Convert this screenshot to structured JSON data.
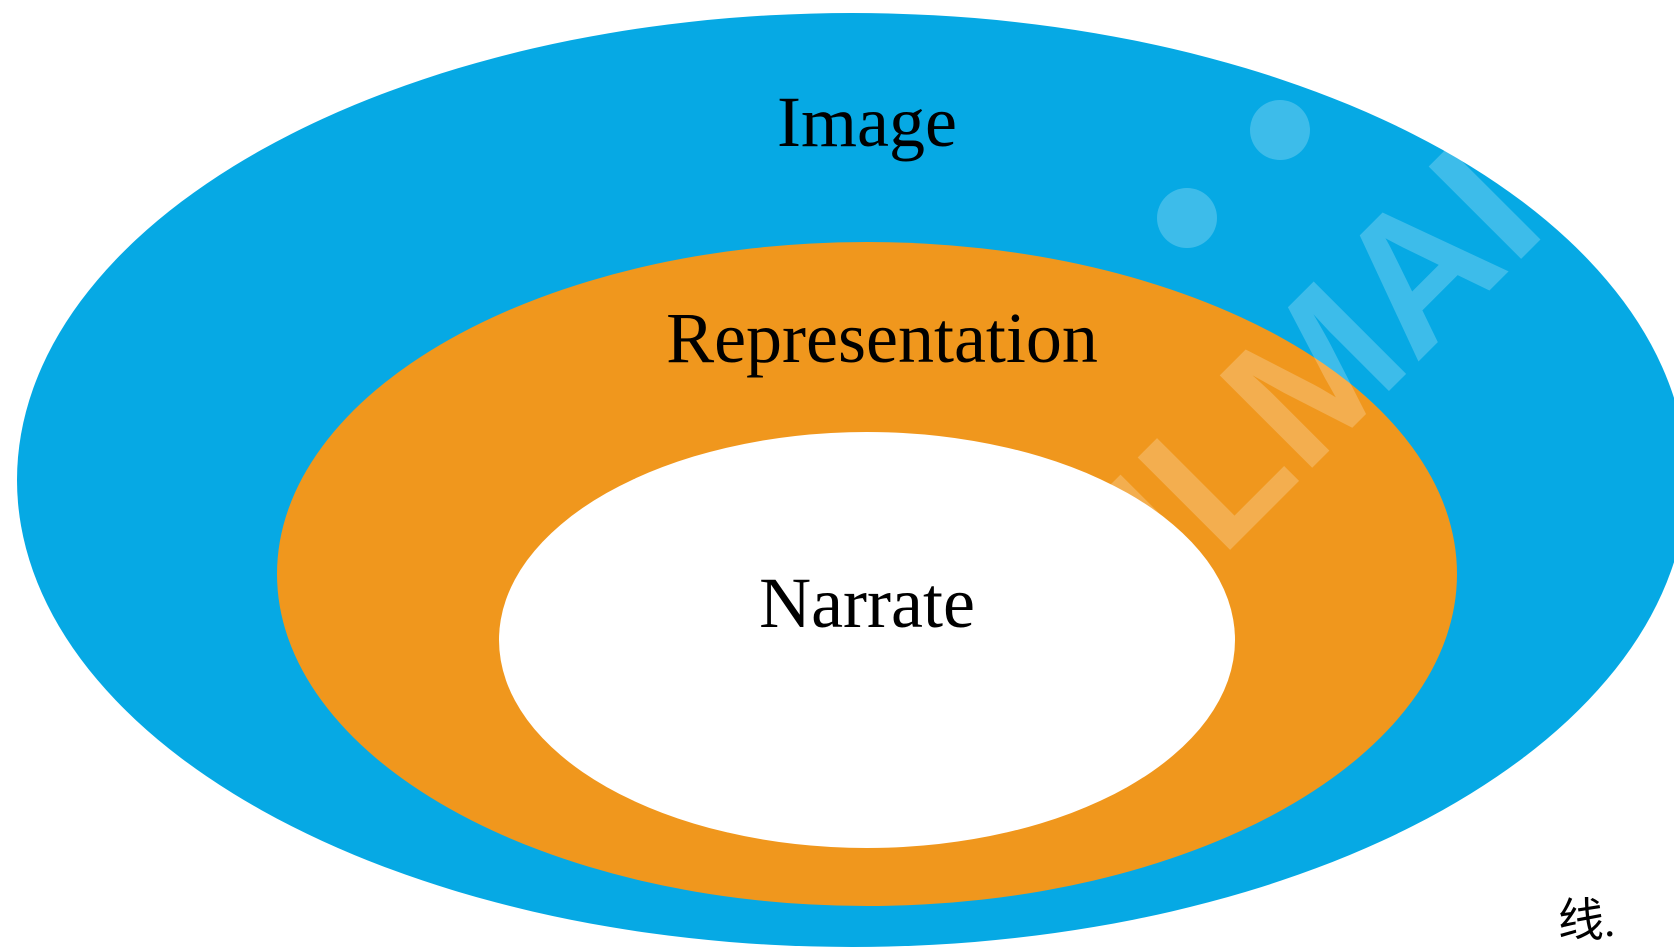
{
  "diagram": {
    "type": "nested-ellipses",
    "layers": [
      {
        "label": "Image",
        "color": "#06A9E4"
      },
      {
        "label": "Representation",
        "color": "#F0971D"
      },
      {
        "label": "Narrate",
        "color": "#FFFFFF"
      }
    ]
  },
  "watermark": {
    "text": "SOULMAI",
    "icon": "watermark-logo"
  },
  "corner": {
    "text": "线."
  }
}
